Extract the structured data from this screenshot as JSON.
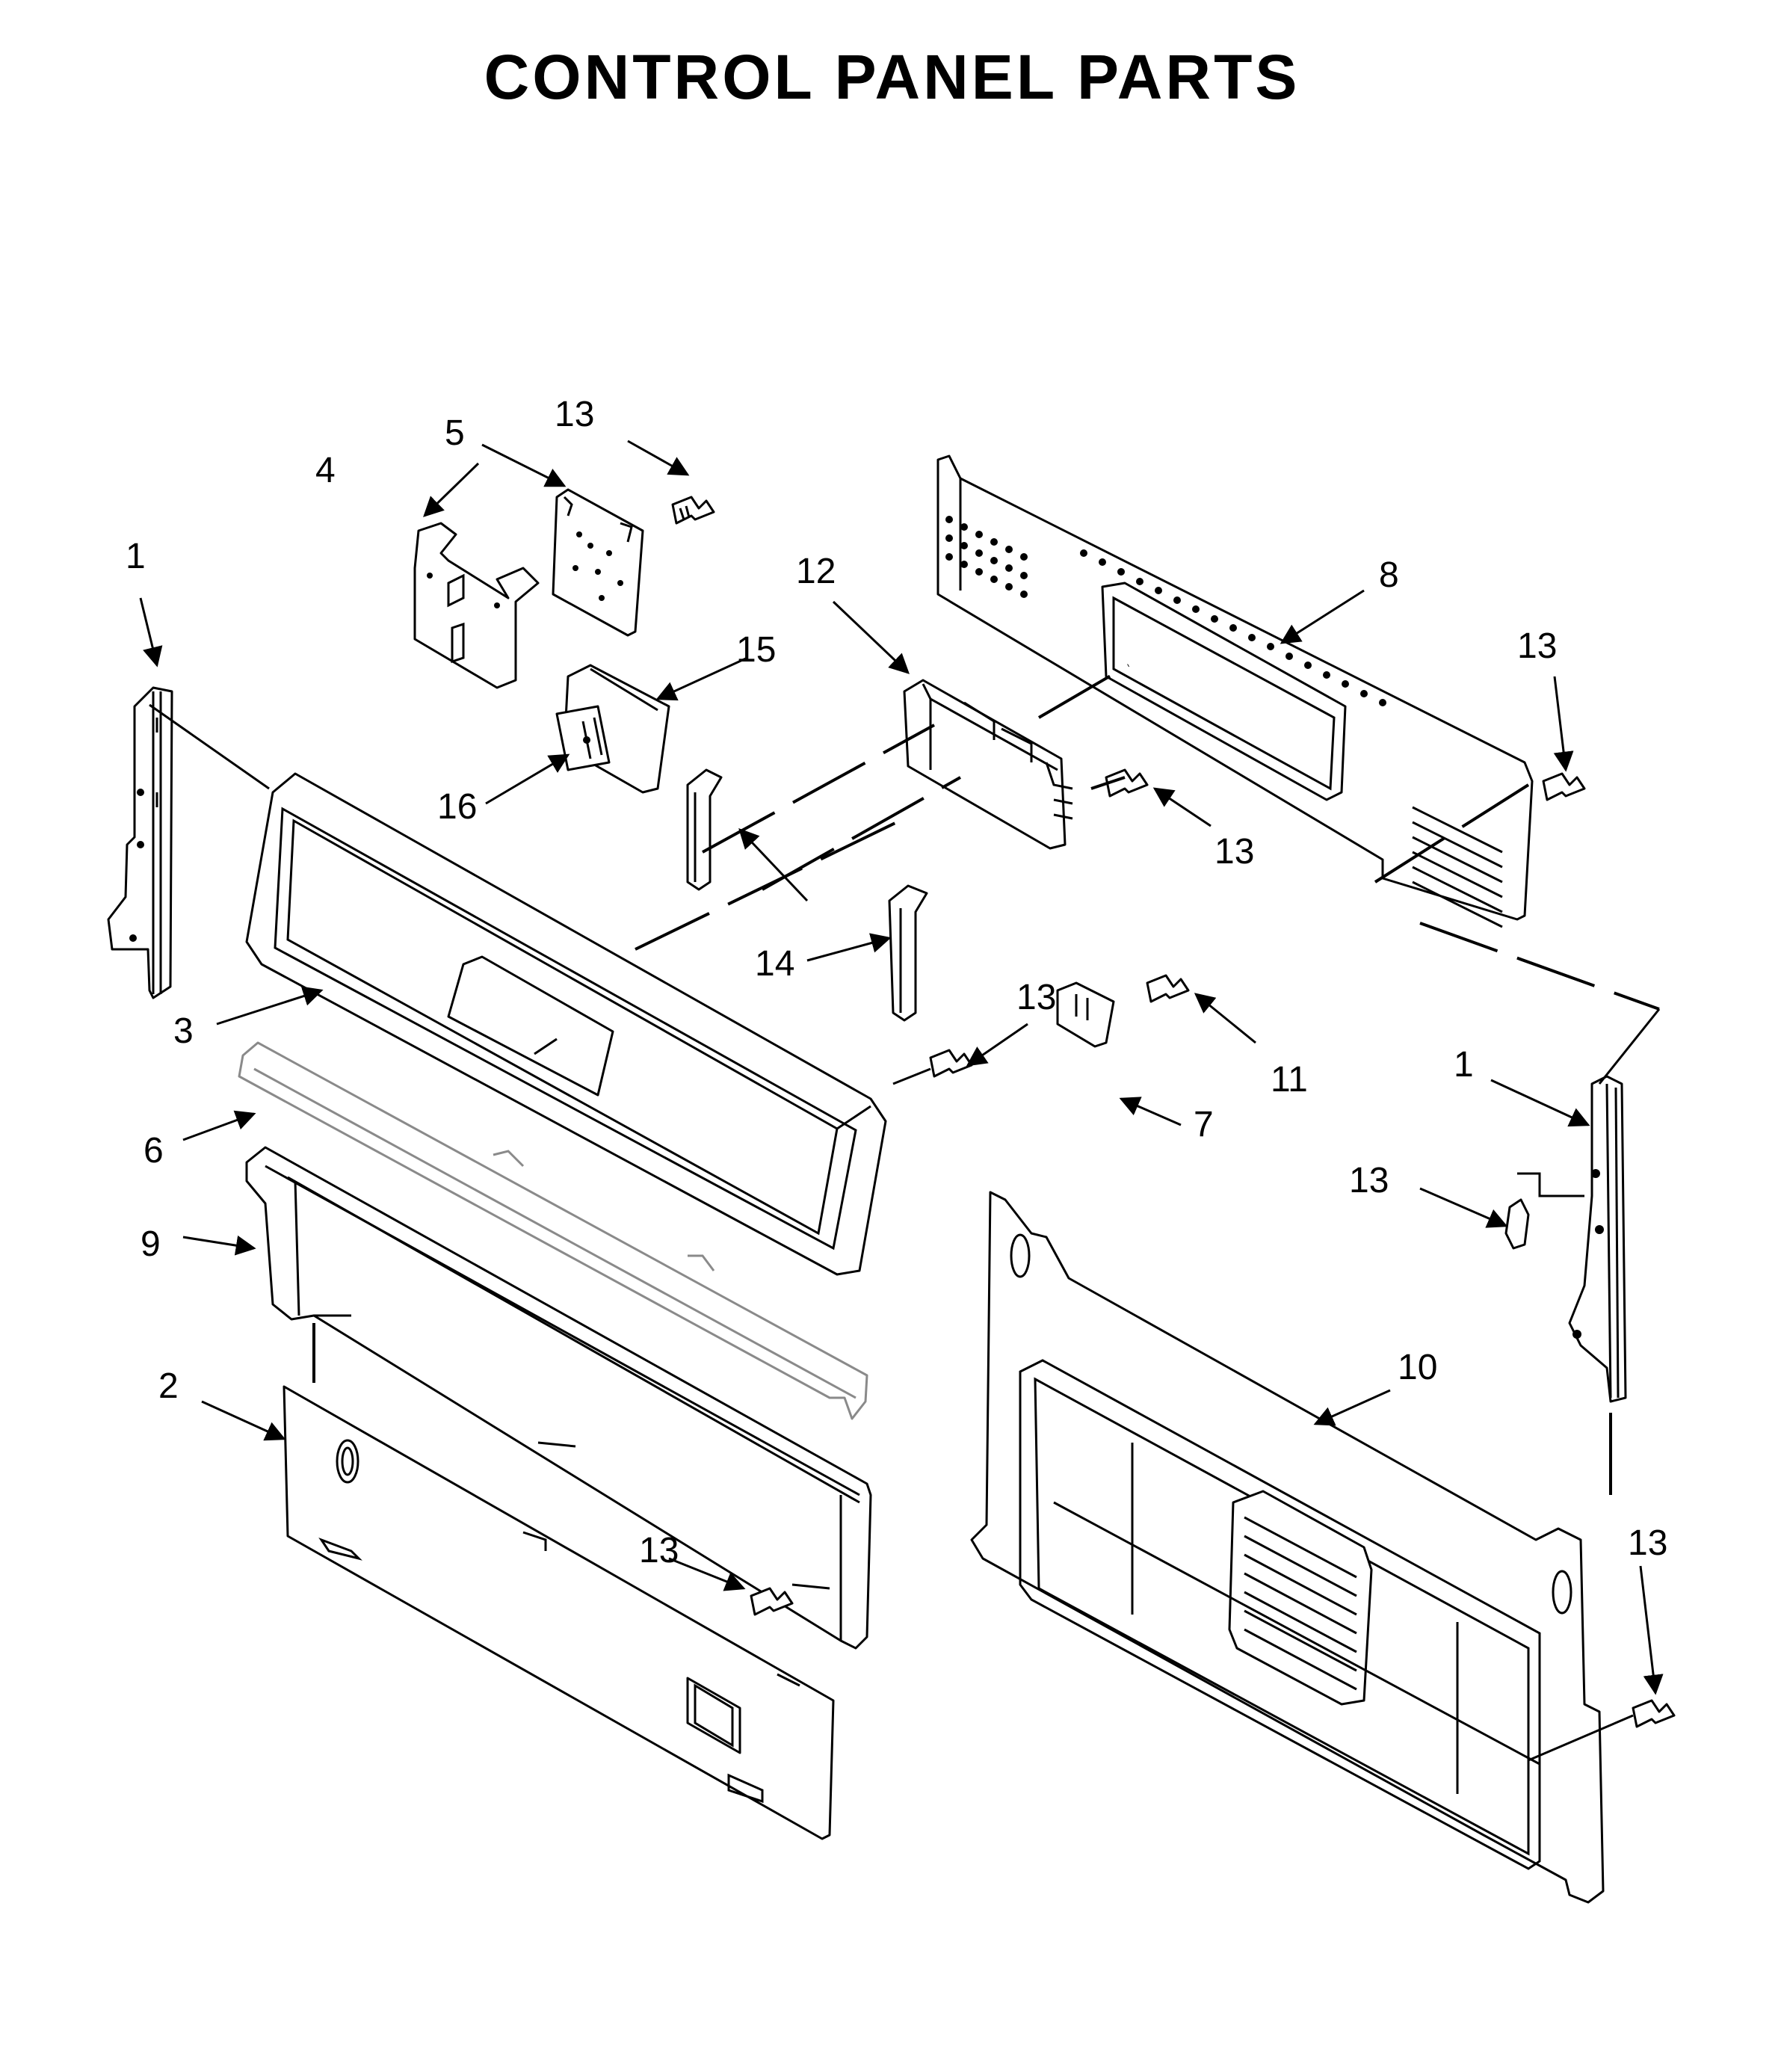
{
  "title": "CONTROL PANEL PARTS",
  "callouts": {
    "c1_left": "1",
    "c1_right": "1",
    "c2": "2",
    "c3": "3",
    "c4": "4",
    "c5": "5",
    "c6": "6",
    "c7": "7",
    "c8": "8",
    "c9": "9",
    "c10": "10",
    "c11": "11",
    "c12": "12",
    "c13_top": "13",
    "c13_module": "13",
    "c13_right_top": "13",
    "c13_middle": "13",
    "c13_bracket": "13",
    "c13_lower_left": "13",
    "c13_lower_right": "13",
    "c14": "14",
    "c15": "15",
    "c16": "16"
  }
}
